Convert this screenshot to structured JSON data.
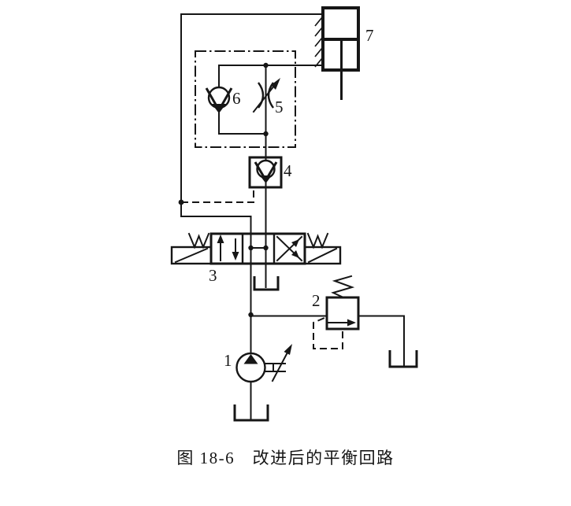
{
  "colors": {
    "background": "#ffffff",
    "line": "#161616"
  },
  "caption": "图 18-6　改进后的平衡回路",
  "labels": {
    "pump": "1",
    "relief_valve": "2",
    "directional_valve": "3",
    "pilot_check_valve": "4",
    "throttle_valve": "5",
    "check_valve": "6",
    "cylinder": "7"
  }
}
